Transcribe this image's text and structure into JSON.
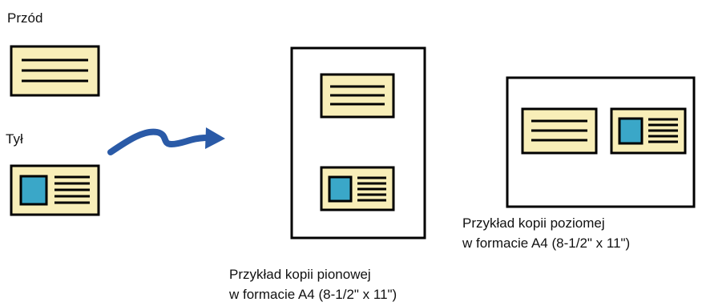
{
  "labels": {
    "front": "Przód",
    "back": "Tył"
  },
  "captions": {
    "portrait": {
      "line1": "Przykład kopii pionowej",
      "line2": "w formacie A4 (8-1/2\" x 11\")"
    },
    "landscape": {
      "line1": "Przykład kopii poziomej",
      "line2": "w formacie A4 (8-1/2\" x 11\")"
    }
  },
  "colors": {
    "card_fill": "#f8eeb8",
    "photo_fill": "#3aa7c8",
    "arrow": "#2a5aa7",
    "stroke": "#000000"
  },
  "icons": {
    "front_card": "text-card-icon",
    "back_card": "photo-id-card-icon",
    "arrow": "curved-arrow-icon"
  }
}
